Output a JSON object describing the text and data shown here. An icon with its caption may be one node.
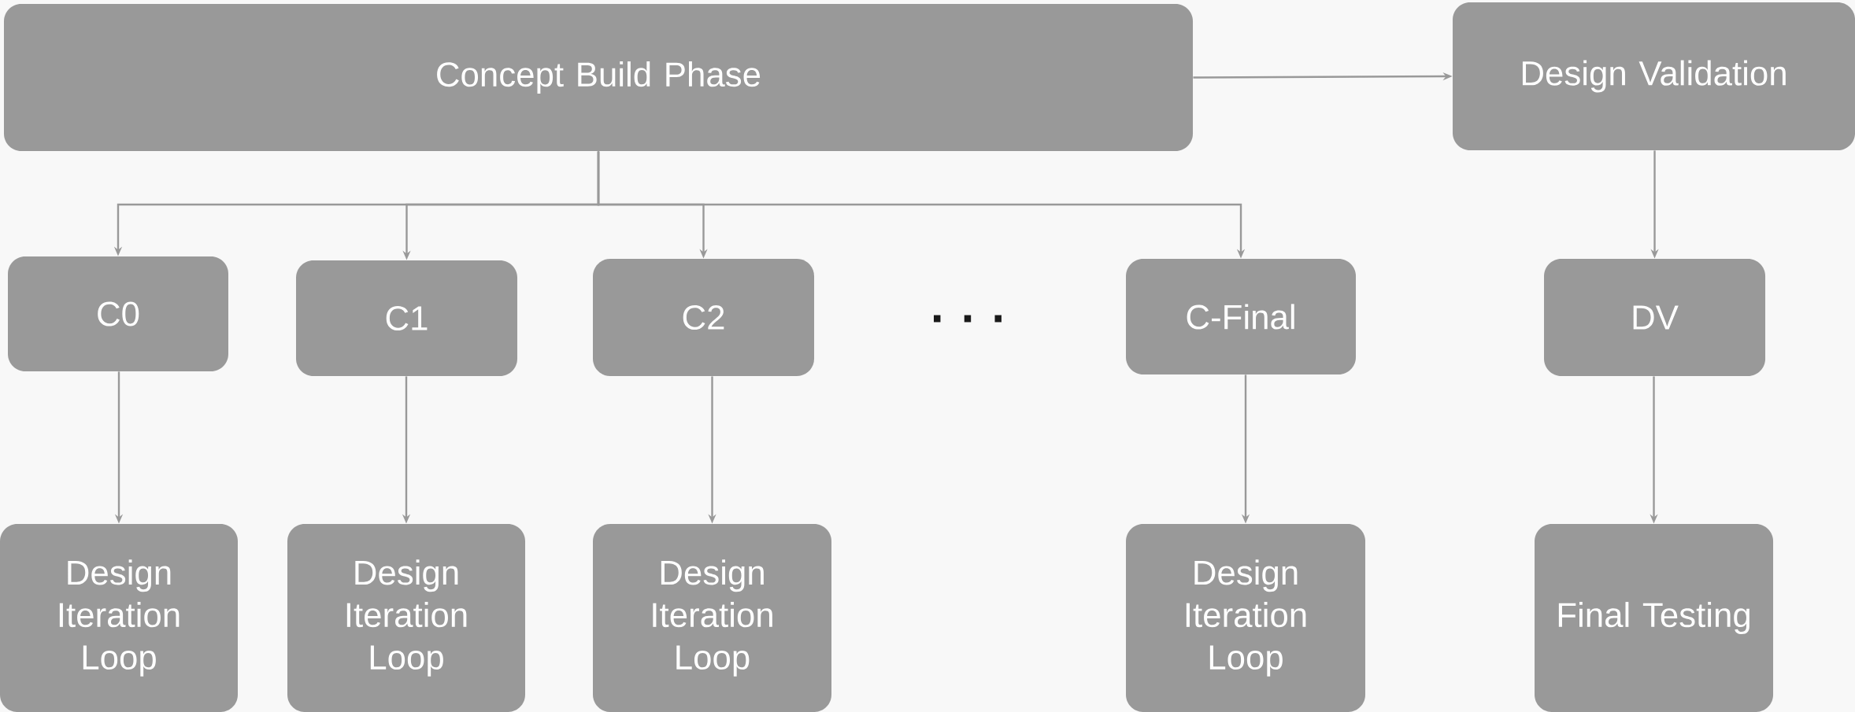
{
  "diagram": {
    "nodes": [
      {
        "text": [
          "Concept Build Phase"
        ]
      },
      {
        "text": [
          "Design Validation"
        ]
      },
      {
        "text": [
          "C0"
        ]
      },
      {
        "text": [
          "C1"
        ]
      },
      {
        "text": [
          "C2"
        ]
      },
      {
        "text": [
          "C-Final"
        ]
      },
      {
        "text": [
          "DV"
        ]
      },
      {
        "text": [
          "Design Iteration Loop"
        ]
      },
      {
        "text": [
          "Design Iteration Loop"
        ]
      },
      {
        "text": [
          "Design Iteration Loop"
        ]
      },
      {
        "text": [
          "Design Iteration Loop"
        ]
      },
      {
        "text": [
          "Final Testing"
        ]
      }
    ],
    "edges": [
      {
        "from": 0,
        "to": 1,
        "arrow": "to"
      },
      {
        "from": 0,
        "to": 2,
        "arrow": "to"
      },
      {
        "from": 0,
        "to": 3,
        "arrow": "to"
      },
      {
        "from": 0,
        "to": 4,
        "arrow": "to"
      },
      {
        "from": 0,
        "to": 5,
        "arrow": "to"
      },
      {
        "from": 1,
        "to": 6,
        "arrow": "to"
      },
      {
        "from": 2,
        "to": 7,
        "arrow": "to"
      },
      {
        "from": 3,
        "to": 8,
        "arrow": "to"
      },
      {
        "from": 4,
        "to": 9,
        "arrow": "to"
      },
      {
        "from": 5,
        "to": 10,
        "arrow": "to"
      },
      {
        "from": 6,
        "to": 11,
        "arrow": "to"
      }
    ],
    "labels": [
      ". . ."
    ]
  }
}
